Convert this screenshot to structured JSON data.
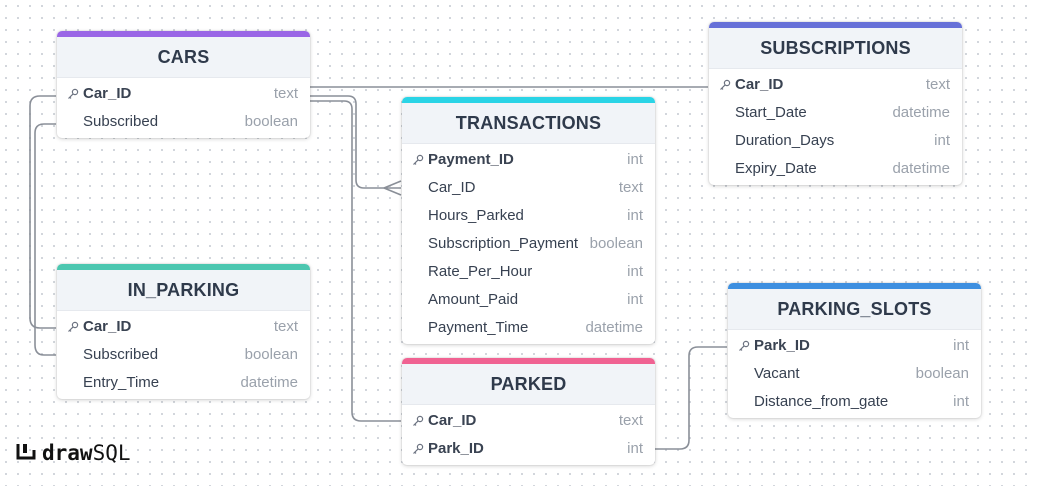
{
  "colors": {
    "cars": "#9a66e6",
    "subscriptions": "#6670d8",
    "transactions": "#2ad4e6",
    "in_parking": "#4cc7b0",
    "parked": "#f06292",
    "parking_slots": "#3d8fe0",
    "link": "#8a8f98"
  },
  "tables": {
    "cars": {
      "title": "CARS",
      "rows": [
        {
          "name": "Car_ID",
          "type": "text"
        },
        {
          "name": "Subscribed",
          "type": "boolean"
        }
      ]
    },
    "subscriptions": {
      "title": "SUBSCRIPTIONS",
      "rows": [
        {
          "name": "Car_ID",
          "type": "text"
        },
        {
          "name": "Start_Date",
          "type": "datetime"
        },
        {
          "name": "Duration_Days",
          "type": "int"
        },
        {
          "name": "Expiry_Date",
          "type": "datetime"
        }
      ]
    },
    "transactions": {
      "title": "TRANSACTIONS",
      "rows": [
        {
          "name": "Payment_ID",
          "type": "int"
        },
        {
          "name": "Car_ID",
          "type": "text"
        },
        {
          "name": "Hours_Parked",
          "type": "int"
        },
        {
          "name": "Subscription_Payment",
          "type": "boolean"
        },
        {
          "name": "Rate_Per_Hour",
          "type": "int"
        },
        {
          "name": "Amount_Paid",
          "type": "int"
        },
        {
          "name": "Payment_Time",
          "type": "datetime"
        }
      ]
    },
    "in_parking": {
      "title": "IN_PARKING",
      "rows": [
        {
          "name": "Car_ID",
          "type": "text"
        },
        {
          "name": "Subscribed",
          "type": "boolean"
        },
        {
          "name": "Entry_Time",
          "type": "datetime"
        }
      ]
    },
    "parked": {
      "title": "PARKED",
      "rows": [
        {
          "name": "Car_ID",
          "type": "text"
        },
        {
          "name": "Park_ID",
          "type": "int"
        }
      ]
    },
    "parking_slots": {
      "title": "PARKING_SLOTS",
      "rows": [
        {
          "name": "Park_ID",
          "type": "int"
        },
        {
          "name": "Vacant",
          "type": "boolean"
        },
        {
          "name": "Distance_from_gate",
          "type": "int"
        }
      ]
    }
  },
  "logo": {
    "prefix": "draw",
    "suffix": "SQL"
  }
}
